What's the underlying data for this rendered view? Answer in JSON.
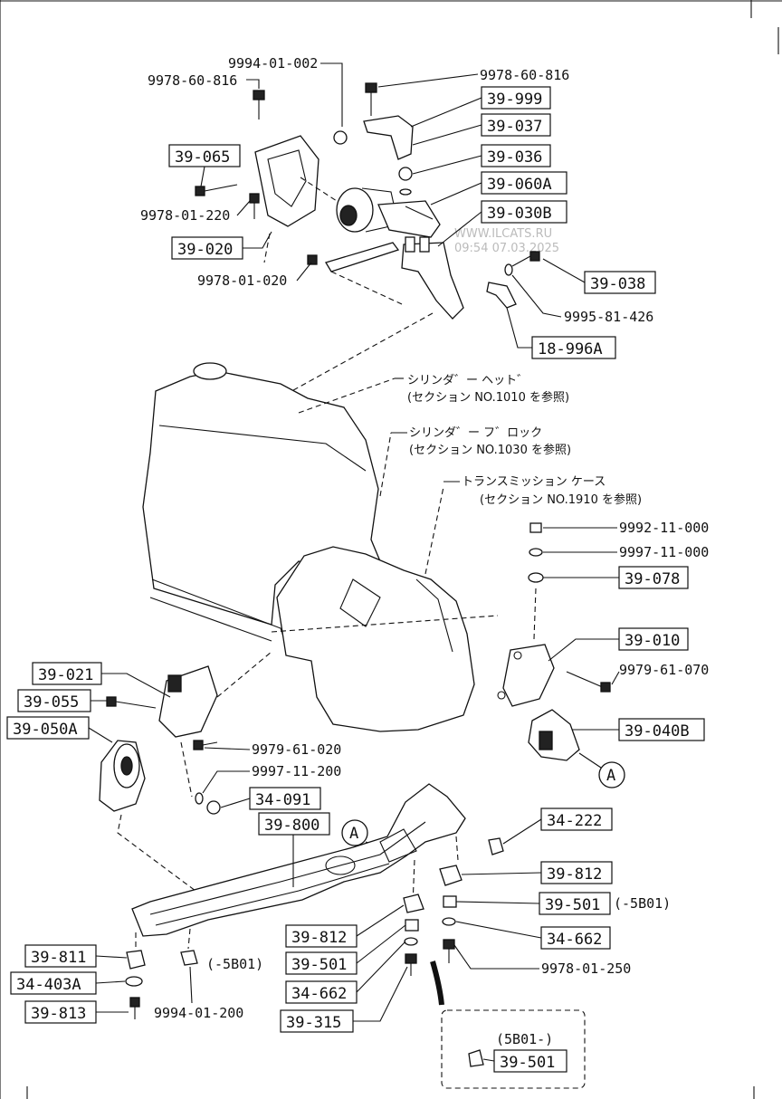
{
  "watermark": {
    "site": "WWW.ILCATS.RU",
    "timestamp": "09:54 07.03.2025"
  },
  "labels": {
    "p9994_01_002": "9994-01-002",
    "p9978_60_816_a": "9978-60-816",
    "p9978_60_816_b": "9978-60-816",
    "p39_999": "39-999",
    "p39_037": "39-037",
    "p39_036": "39-036",
    "p39_065": "39-065",
    "p39_060A": "39-060A",
    "p39_030B": "39-030B",
    "p9978_01_220": "9978-01-220",
    "p39_020": "39-020",
    "p9978_01_020": "9978-01-020",
    "p39_038": "39-038",
    "p9995_81_426": "9995-81-426",
    "p18_996A": "18-996A",
    "cyl_head_l1": "シリンダ゛ー ヘット゛",
    "cyl_head_l2": "(セクション NO.1010 を参照)",
    "cyl_block_l1": "シリンダ゛ー フ゛ロック",
    "cyl_block_l2": "(セクション NO.1030 を参照)",
    "trans_l1": "トランスミッション ケース",
    "trans_l2": "(セクション NO.1910 を参照)",
    "p9992_11_000": "9992-11-000",
    "p9997_11_000": "9997-11-000",
    "p39_078": "39-078",
    "p39_010": "39-010",
    "p9979_61_070": "9979-61-070",
    "p39_040B": "39-040B",
    "ref_A_right": "A",
    "p39_021": "39-021",
    "p39_055": "39-055",
    "p39_050A": "39-050A",
    "p9979_61_020": "9979-61-020",
    "p9997_11_200": "9997-11-200",
    "p34_091": "34-091",
    "ref_A_left": "A",
    "p39_800": "39-800",
    "p34_222": "34-222",
    "p39_812_r": "39-812",
    "p39_501_r": "39-501",
    "note_5B01_r": "(-5B01)",
    "p34_662_r": "34-662",
    "p9978_01_250": "9978-01-250",
    "p39_812_l": "39-812",
    "p39_501_l": "39-501",
    "note_5B01_l": "(-5B01)",
    "p34_662_l": "34-662",
    "p39_315": "39-315",
    "p39_811": "39-811",
    "p34_403A": "34-403A",
    "p39_813": "39-813",
    "p9994_01_200": "9994-01-200",
    "inset_note": "(5B01-)",
    "inset_part": "39-501"
  }
}
